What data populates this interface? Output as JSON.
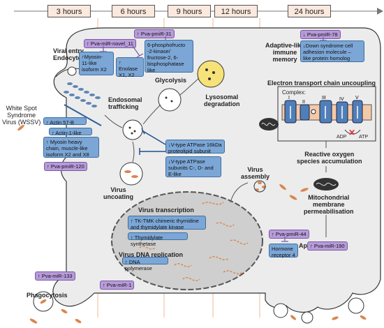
{
  "timeline": [
    "3 hours",
    "6 hours",
    "9 hours",
    "12 hours",
    "24 hours"
  ],
  "stages": {
    "viral_entry": "Viral entry\nEndocytosis",
    "wssv": "White Spot\nSyndrome\nVirus (WSSV)",
    "endosomal": "Endosomal\ntrafficking",
    "glycolysis": "Glycolysis",
    "lysosomal": "Lysosomal\ndegradation",
    "uncoating": "Virus\nuncoating",
    "transcription": "Virus transcription",
    "dna_replication": "Virus DNA replication",
    "assembly": "Virus\nassembly",
    "adaptive": "Adaptive-like\nimmune\nmemory",
    "etc": "Electron transport chain uncoupling",
    "complex": "Complex:",
    "ros": "Reactive oxygen\nspecies accumulation",
    "mito_perm": "Mitochondrial\nmembrane\npermeabilisation",
    "apoptosis": "Apoptosis",
    "phagocytosis": "Phagocytosis",
    "adp": "ADP",
    "atp": "ATP"
  },
  "complex_labels": [
    "I",
    "II",
    "III",
    "IV",
    "V"
  ],
  "mirnas": {
    "mir31": "↑ Pva-pmiR-31",
    "novel11": "↑ Pva-miR-novel_11",
    "mir78": "↓ Pva-pmiR-78",
    "mir120": "↑ Pva-pmiR-120",
    "mir133": "↑ Pva-miR-133",
    "mir1": "↑ Pva-miR-1",
    "mir44": "↑ Pva-pmiR-44",
    "mir190": "↑ Pva-miR-190"
  },
  "genes": {
    "myosin11": "↑Myosin-\n11-like\nisoform X2",
    "enolase": "↑\nEnolase\nX1, X2",
    "pfk": "6-phosphofructo\n-2-kinase/\nfructose-2, 6-\nbisphosphatase\nlike",
    "down_syndrome": "↓Down syndrome cell\nadhesion molecule –\nlike protein homolog",
    "actin57b": "↑ Actin 57-B",
    "actin1": "↑ Actin-1-like",
    "myosin_heavy": "↑ Myosin heavy\nchain, muscle-like\nisoform X2 and X8",
    "vatpase16": "↓V-type ATPase 16kDa\nproteolipid subunit",
    "vatpase_cde": "↓V-type ATPase\nsubunits C-, D- and\nE-like",
    "tk_tmk": "↑ TK-TMK chimeric thymidine\nand thymidylate kinase",
    "thymidylate": "↑ Thymidylate synthetase",
    "dna_pol": "↑ DNA polymerase",
    "hormone": "Hormone\nreceptor 4"
  },
  "colors": {
    "gene_box": "#7ba6d6",
    "mirna_box": "#b79bd9",
    "timeline_box": "#fbe9de",
    "cell_fill": "#ececec",
    "nucleus_fill": "#cfcfcf",
    "timeline_line": "#f2b79a",
    "virus": "#d98650"
  }
}
